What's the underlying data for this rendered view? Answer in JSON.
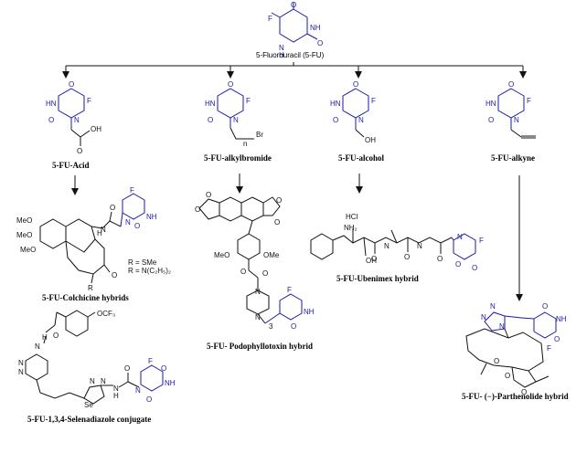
{
  "nodes": {
    "fu": "5-Fluorouracil (5-FU)",
    "acid": "5-FU-Acid",
    "alkylbromide": "5-FU-alkylbromide",
    "alcohol": "5-FU-alcohol",
    "alkyne": "5-FU-alkyne",
    "colchicine": "5-FU-Colchicine hybrids",
    "podophyllotoxin": "5-FU- Podophyllotoxin hybrid",
    "ubenimex": "5-FU-Ubenimex hybrid",
    "parthenolide": "5-FU- (−)-Parthenolide hybrid",
    "selenadiazole": "5-FU-1,3,4-Selenadiazole conjugate"
  },
  "atoms": {
    "F": "F",
    "O": "O",
    "N": "N",
    "NH": "NH",
    "HN": "HN",
    "H": "H",
    "OH": "OH",
    "Br": "Br",
    "n": "n",
    "MeO": "MeO",
    "OMe": "OMe",
    "HCl": "HCl",
    "NH2": "NH₂",
    "R": "R",
    "Se": "Se",
    "OCF3": "OCF₃",
    "N3": "N",
    "N4": "N"
  },
  "colchicine_r": {
    "r1": "R = SMe",
    "r2": "R = N(C₂H₅)₂"
  },
  "podo_subscript": "3",
  "colors": {
    "fu_moiety": "#1a1aa6",
    "scaffold": "#111111"
  }
}
